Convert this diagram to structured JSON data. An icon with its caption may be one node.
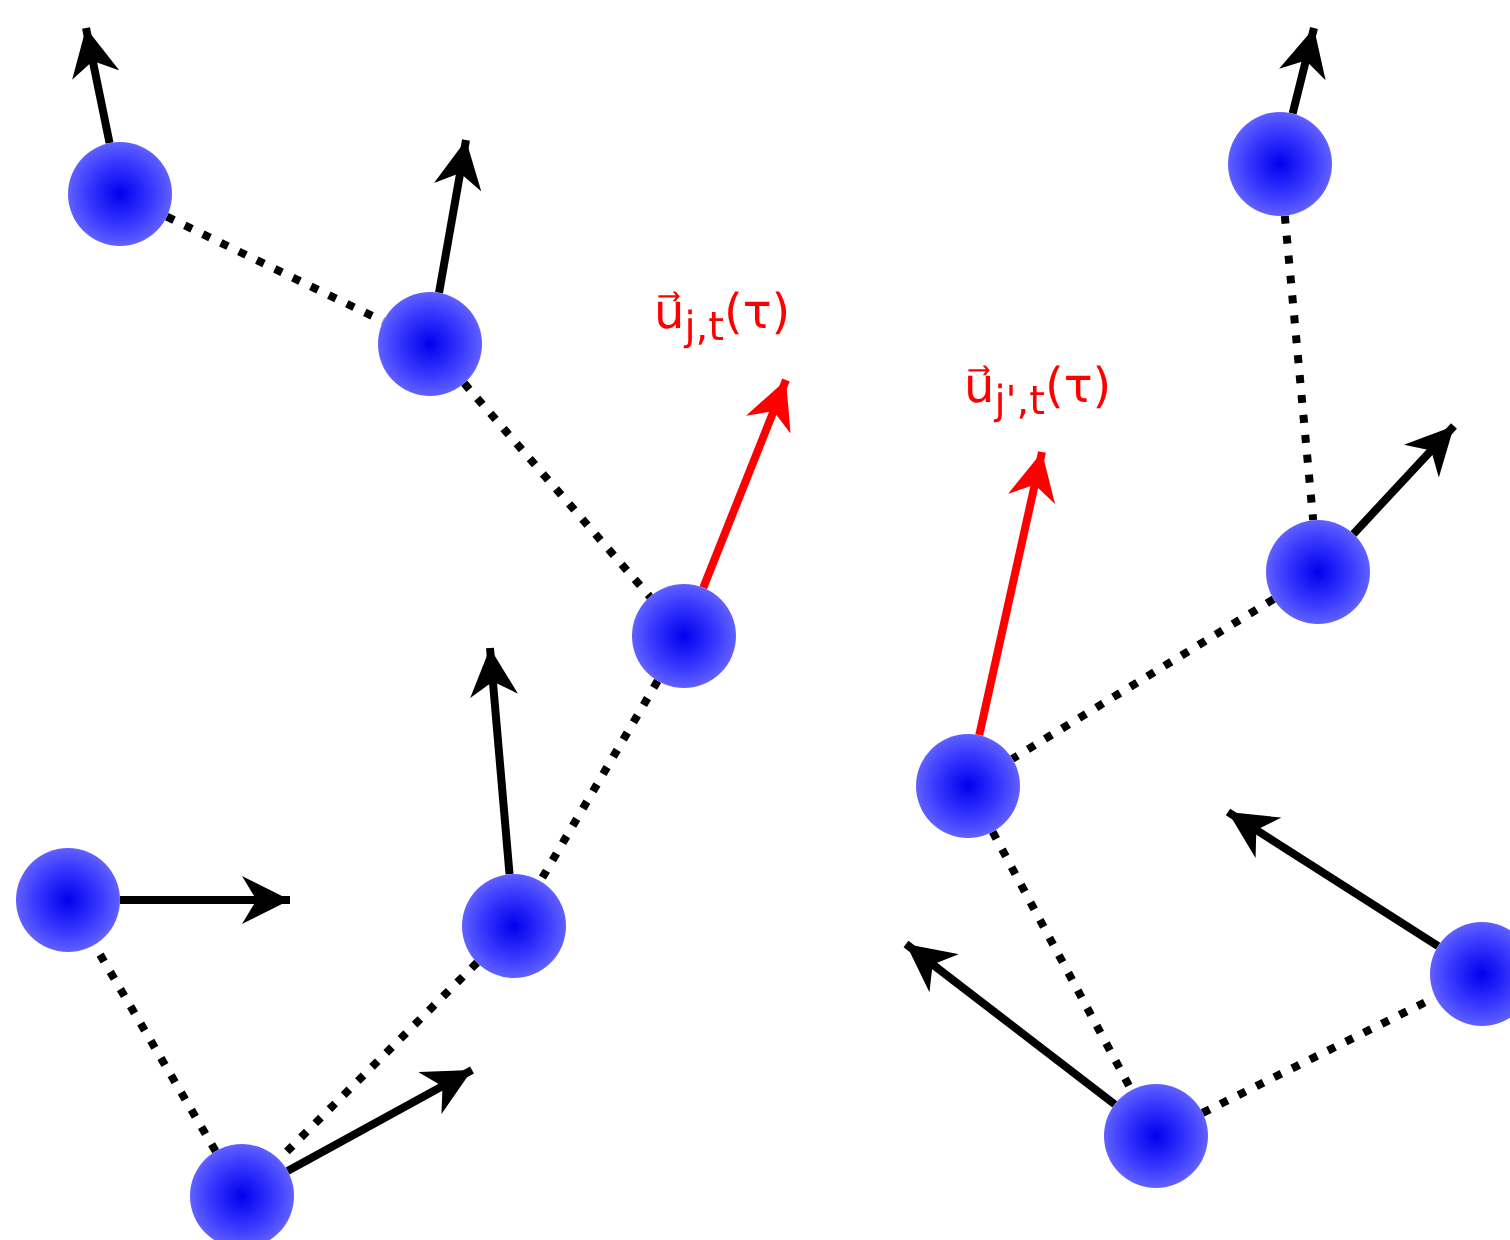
{
  "diagram": {
    "nodes": [
      {
        "text": [],
        "shape": "circle"
      },
      {
        "text": [],
        "shape": "circle"
      },
      {
        "text": [],
        "shape": "circle"
      },
      {
        "text": [],
        "shape": "circle"
      },
      {
        "text": [],
        "shape": "circle"
      },
      {
        "text": [],
        "shape": "circle"
      },
      {
        "text": [],
        "shape": "circle"
      },
      {
        "text": [],
        "shape": "circle"
      },
      {
        "text": [],
        "shape": "circle"
      },
      {
        "text": [],
        "shape": "circle"
      },
      {
        "text": [],
        "shape": "circle"
      }
    ],
    "edges": [
      {
        "from": 1,
        "to": 3,
        "arrow": "none",
        "style": "dashed"
      },
      {
        "from": 3,
        "to": 5,
        "arrow": "none",
        "style": "dashed"
      },
      {
        "from": 5,
        "to": 4,
        "arrow": "none",
        "style": "dashed"
      },
      {
        "from": 4,
        "to": 2,
        "arrow": "none",
        "style": "dashed"
      },
      {
        "from": 2,
        "to": 0,
        "arrow": "none",
        "style": "dashed"
      },
      {
        "from": 8,
        "to": 9,
        "arrow": "none",
        "style": "dashed"
      },
      {
        "from": 9,
        "to": 6,
        "arrow": "none",
        "style": "dashed"
      },
      {
        "from": 6,
        "to": 7,
        "arrow": "none",
        "style": "dashed"
      },
      {
        "from": 7,
        "to": 10,
        "arrow": "none",
        "style": "dashed"
      },
      {
        "from": 0,
        "to": null,
        "arrow": "to"
      },
      {
        "from": 1,
        "to": null,
        "arrow": "to"
      },
      {
        "from": 2,
        "to": null,
        "arrow": "to"
      },
      {
        "from": 3,
        "to": null,
        "arrow": "to"
      },
      {
        "from": 4,
        "to": null,
        "arrow": "to"
      },
      {
        "from": 5,
        "to": null,
        "arrow": "to",
        "color": "#ff0000",
        "label": "u⃗$_{j,t}$(τ)"
      },
      {
        "from": 6,
        "to": null,
        "arrow": "to",
        "color": "#ff0000",
        "label": "u⃗$_{j',t}$(τ)"
      },
      {
        "from": 7,
        "to": null,
        "arrow": "to"
      },
      {
        "from": 8,
        "to": null,
        "arrow": "to"
      },
      {
        "from": 9,
        "to": null,
        "arrow": "to"
      },
      {
        "from": 10,
        "to": null,
        "arrow": "to"
      }
    ]
  }
}
